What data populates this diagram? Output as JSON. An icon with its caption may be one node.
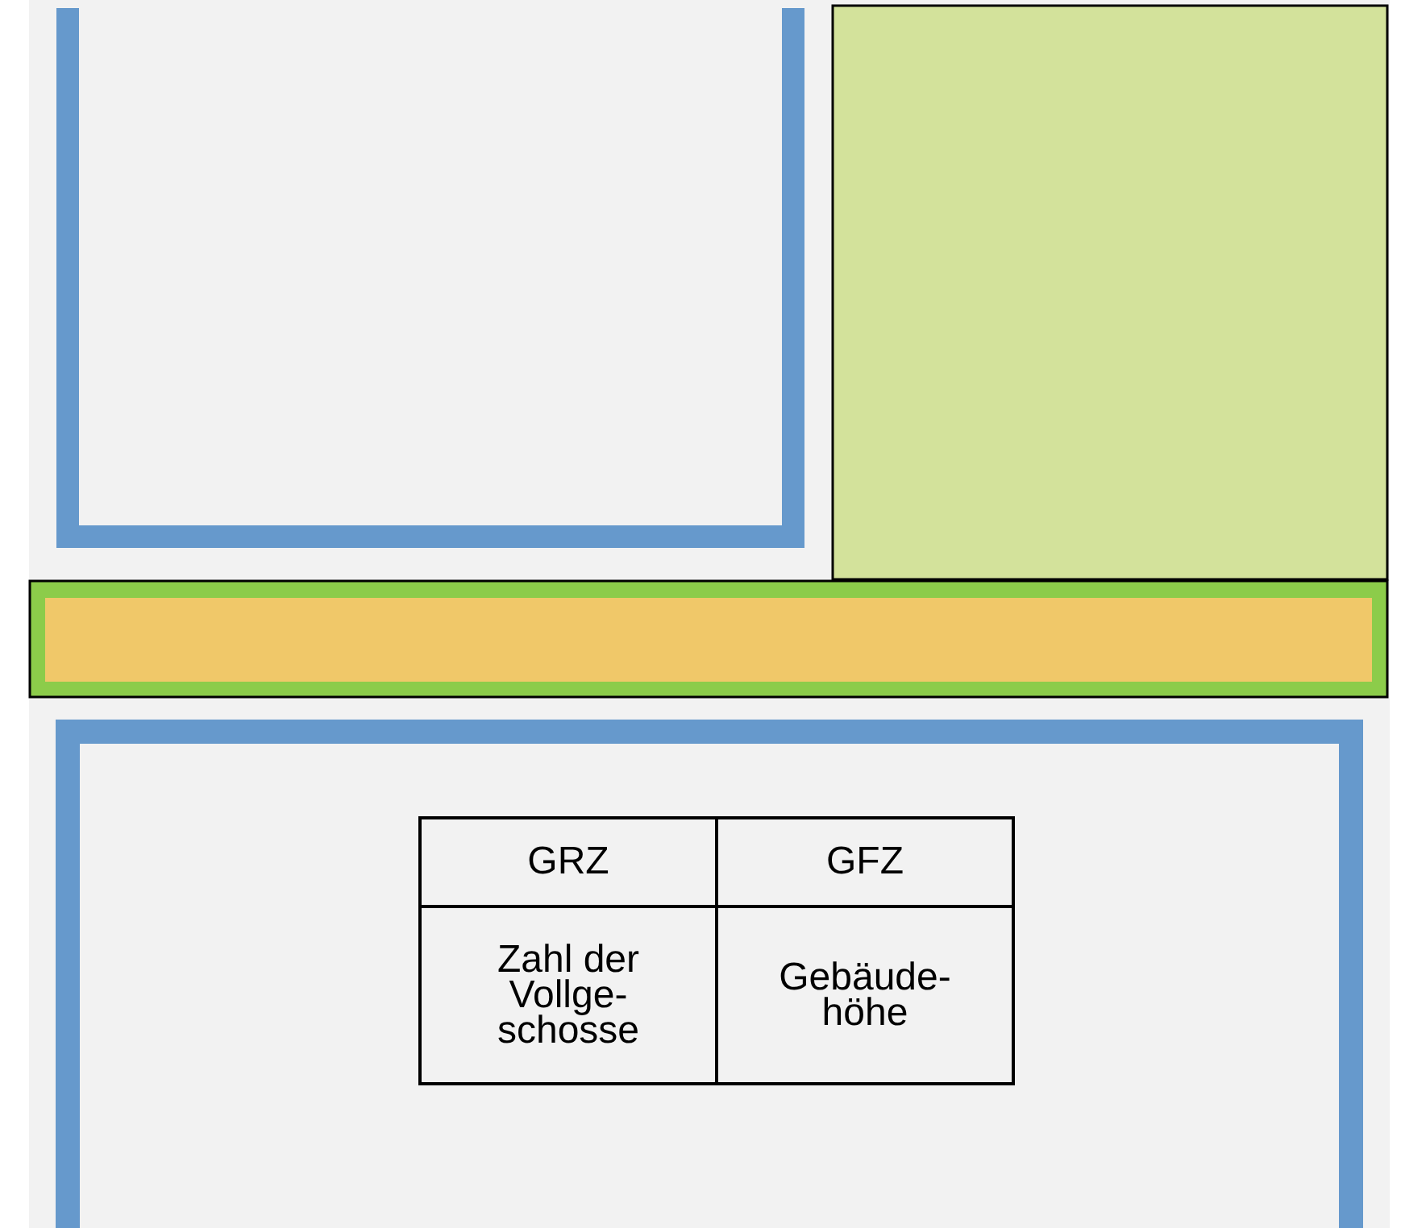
{
  "diagram": {
    "labels": [
      "GRZ",
      "GFZ",
      "Zahl der Vollge- schosse",
      "Gebäude- höhe"
    ]
  }
}
